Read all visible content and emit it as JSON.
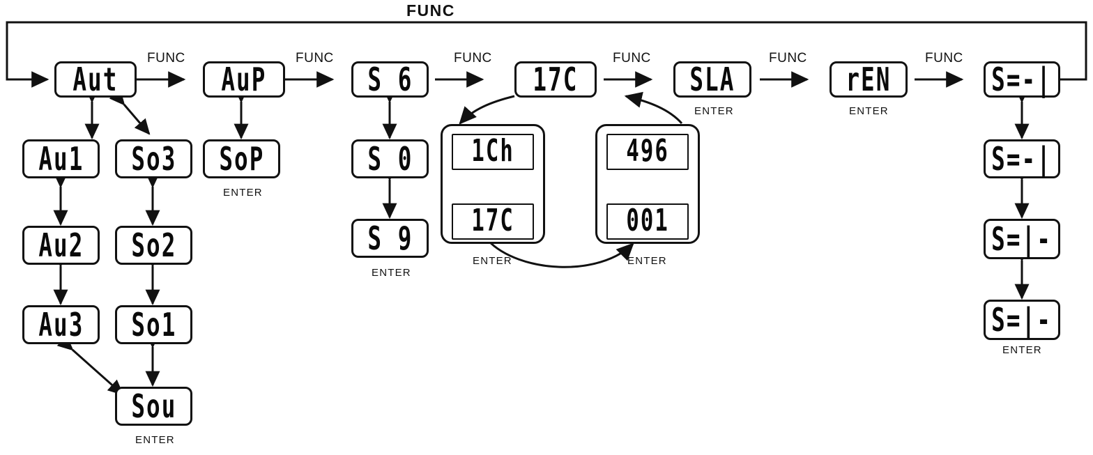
{
  "diagram": {
    "title": "FUNC",
    "transition_label": "FUNC",
    "enter_label": "ENTER",
    "type": "menu-navigation-flowchart",
    "device": "7-segment-display-menu",
    "stroke_color": "#111111",
    "background_color": "#ffffff"
  },
  "top_row": {
    "steps": [
      {
        "id": "aut",
        "display": "Aut"
      },
      {
        "id": "aup",
        "display": "AuP"
      },
      {
        "id": "s6",
        "display": "S 6"
      },
      {
        "id": "17c",
        "display": "17C"
      },
      {
        "id": "sla",
        "display": "SLA"
      },
      {
        "id": "ren",
        "display": "rEN"
      },
      {
        "id": "seq",
        "display": "S=-|"
      }
    ],
    "transitions": [
      "FUNC",
      "FUNC",
      "FUNC",
      "FUNC",
      "FUNC",
      "FUNC"
    ]
  },
  "columns": {
    "au_branch": {
      "items": [
        {
          "display": "Au1"
        },
        {
          "display": "Au2"
        },
        {
          "display": "Au3"
        }
      ]
    },
    "so_branch": {
      "items": [
        {
          "display": "So3"
        },
        {
          "display": "So2"
        },
        {
          "display": "So1"
        },
        {
          "display": "Sou"
        }
      ],
      "enter": "ENTER"
    },
    "aup_branch": {
      "items": [
        {
          "display": "SoP"
        }
      ],
      "enter": "ENTER"
    },
    "s_branch": {
      "items": [
        {
          "display": "S 0"
        },
        {
          "display": "S 9"
        }
      ],
      "enter": "ENTER"
    },
    "seq_branch": {
      "items": [
        {
          "display": "S=-|"
        },
        {
          "display": "S=|-"
        },
        {
          "display": "S=|-"
        }
      ],
      "enter": "ENTER"
    }
  },
  "cycle_group": {
    "left_capsule": {
      "top": {
        "display": "1Ch"
      },
      "bottom": {
        "display": "17C"
      },
      "enter": "ENTER"
    },
    "right_capsule": {
      "top": {
        "display": "496"
      },
      "bottom": {
        "display": "001"
      },
      "enter": "ENTER"
    }
  },
  "enter_labels": {
    "sop": "ENTER",
    "s9": "ENTER",
    "sou": "ENTER",
    "ich": "ENTER",
    "n496": "ENTER",
    "sla": "ENTER",
    "ren": "ENTER",
    "seq": "ENTER"
  }
}
